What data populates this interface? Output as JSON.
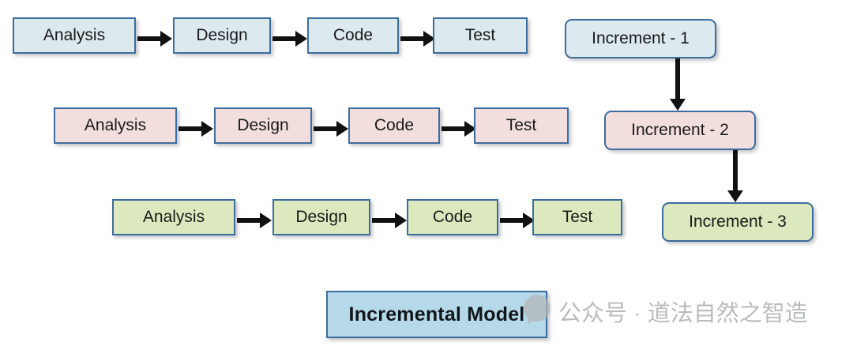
{
  "diagram": {
    "type": "incremental-software-development-model",
    "title": "Incremental Model",
    "colors": {
      "blue_fill": "#dceaf0",
      "pink_fill": "#f3dede",
      "green_fill": "#dce8bd",
      "title_fill": "#b5d9e8",
      "border": "#3d6d9e",
      "arrow": "#111111",
      "text": "#1a1a1a",
      "watermark": "#b9bcbe"
    },
    "phase_rows": [
      {
        "increment": "Increment - 1",
        "color_key": "blue",
        "phases": [
          "Analysis",
          "Design",
          "Code",
          "Test"
        ]
      },
      {
        "increment": "Increment - 2",
        "color_key": "pink",
        "phases": [
          "Analysis",
          "Design",
          "Code",
          "Test"
        ]
      },
      {
        "increment": "Increment - 3",
        "color_key": "green",
        "phases": [
          "Analysis",
          "Design",
          "Code",
          "Test"
        ]
      }
    ],
    "increments": [
      {
        "label": "Increment - 1",
        "color_key": "blue"
      },
      {
        "label": "Increment - 2",
        "color_key": "pink"
      },
      {
        "label": "Increment - 3",
        "color_key": "green"
      }
    ],
    "watermark": {
      "text": "公众号 · 道法自然之智造",
      "icon": "speech-bubble-icon"
    }
  }
}
